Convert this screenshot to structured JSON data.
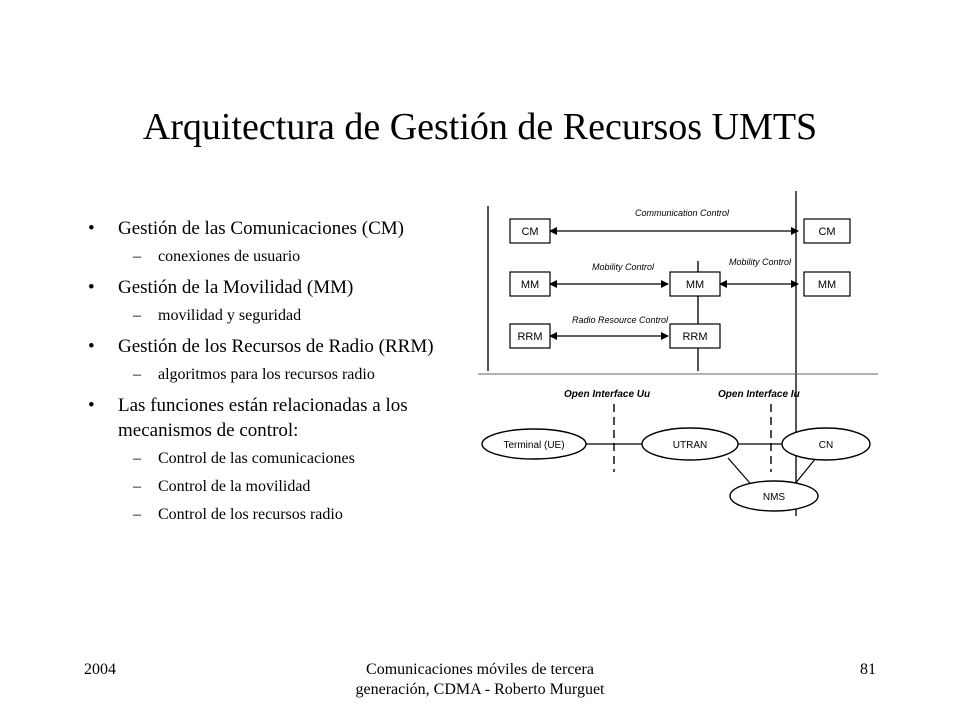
{
  "slide": {
    "title": "Arquitectura de Gestión de Recursos UMTS",
    "bullets": [
      {
        "text": "Gestión de las Comunicaciones (CM)",
        "subs": [
          "conexiones de usuario"
        ]
      },
      {
        "text": "Gestión de la Movilidad (MM)",
        "subs": [
          "movilidad y seguridad"
        ]
      },
      {
        "text": "Gestión de los Recursos de Radio (RRM)",
        "subs": [
          "algoritmos para los recursos radio"
        ]
      },
      {
        "text": "Las funciones están relacionadas a los mecanismos de control:",
        "subs": [
          "Control de las comunicaciones",
          "Control de la movilidad",
          "Control de los recursos radio"
        ]
      }
    ]
  },
  "diagram": {
    "boxes": {
      "cm_left": "CM",
      "cm_right": "CM",
      "mm_left": "MM",
      "mm_mid": "MM",
      "mm_right": "MM",
      "rrm_left": "RRM",
      "rrm_mid": "RRM"
    },
    "labels": {
      "communication_control": "Communication Control",
      "mobility_control_left": "Mobility Control",
      "mobility_control_right": "Mobility Control",
      "radio_resource_control": "Radio Resource Control",
      "open_interface_uu": "Open Interface Uu",
      "open_interface_iu": "Open Interface Iu"
    },
    "nodes": {
      "terminal": "Terminal (UE)",
      "utran": "UTRAN",
      "cn": "CN",
      "nms": "NMS"
    }
  },
  "footer": {
    "year": "2004",
    "caption": "Comunicaciones móviles de tercera generación, CDMA - Roberto Murguet",
    "page_number": "81"
  }
}
